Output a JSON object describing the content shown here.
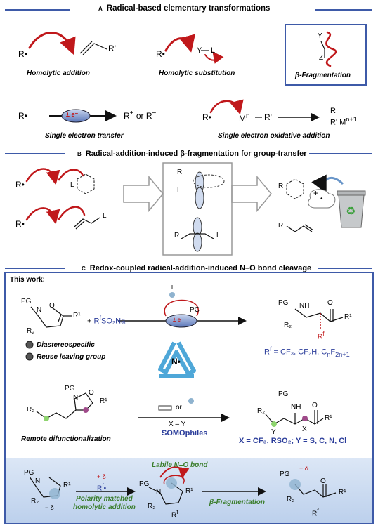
{
  "sectionA": {
    "letter": "A",
    "title": "Radical-based elementary transformations",
    "homolytic_addition": "Homolytic addition",
    "homolytic_substitution": "Homolytic substitution",
    "beta_fragmentation": "β-Fragmentation",
    "set": "Single electron transfer",
    "seoa": "Single electron oxidative addition",
    "R": "R",
    "Rp": "R'",
    "Y": "Y",
    "L": "L",
    "Z": "Z",
    "Rplus": "R",
    "or": "or",
    "Rminus": "R",
    "Mn": "M",
    "n": "n",
    "R2": "R'",
    "Mn1": "M",
    "n1": "n+1",
    "electron": "± e⁻"
  },
  "sectionB": {
    "letter": "B",
    "title": "Radical-addition-induced β-fragmentation for group-transfer",
    "R": "R",
    "L": "L",
    "plus": "+"
  },
  "sectionC": {
    "letter": "C",
    "title": "Redox-coupled radical-addition-induced N–O bond cleavage",
    "this_work": "This work:",
    "pg": "PG",
    "N": "N",
    "O": "O",
    "R1": "R¹",
    "R2": "R₂",
    "reagent": "R",
    "reagent_sup": "f",
    "reagent_rest": "SO₂Na",
    "plus": "+",
    "pc": "PC",
    "pe": "± e",
    "bullet1": "Diastereospecific",
    "bullet2": "Reuse leaving group",
    "rf_list_pre": "R",
    "rf_list": " = CF₃, CF₂H, C",
    "rf_list_n": "n",
    "rf_list_f": "F",
    "rf_list_2n": "2n+1",
    "nh": "NH",
    "Rf": "R",
    "or": "or",
    "xy": "X – Y",
    "somo": "SOMOphiles",
    "remote": "Remote difunctionalization",
    "xy_def": "X = CF₃, RSO₂; Y = S, C, N, Cl",
    "X": "X",
    "Y": "Y",
    "labile": "Labile N–O bond",
    "delta_plus": "+ δ",
    "delta_minus": "− δ",
    "rf_rad": "R",
    "polarity1": "Polarity matched",
    "polarity2": "homolytic addition",
    "beta_frag": "β-Fragmentation"
  }
}
